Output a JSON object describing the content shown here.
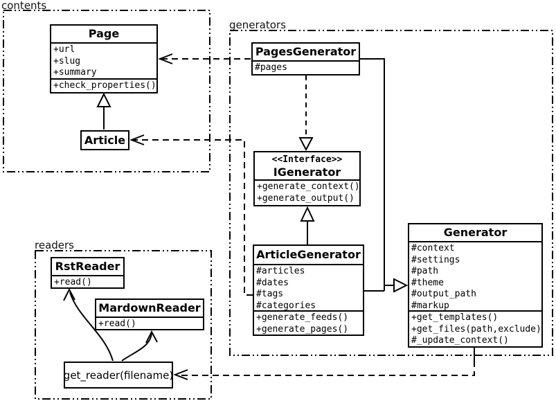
{
  "packages": {
    "contents": {
      "label": "contents"
    },
    "generators": {
      "label": "generators"
    },
    "readers": {
      "label": "readers"
    }
  },
  "classes": {
    "page": {
      "title": "Page",
      "attributes": [
        "+url",
        "+slug",
        "+summary"
      ],
      "methods": [
        "+check_properties()"
      ]
    },
    "article": {
      "title": "Article"
    },
    "pages_generator": {
      "title": "PagesGenerator",
      "attributes": [
        "#pages"
      ]
    },
    "igenerator": {
      "stereotype": "<<Interface>>",
      "title": "IGenerator",
      "methods": [
        "+generate_context()",
        "+generate_output()"
      ]
    },
    "article_generator": {
      "title": "ArticleGenerator",
      "attributes": [
        "#articles",
        "#dates",
        "#tags",
        "#categories"
      ],
      "methods": [
        "+generate_feeds()",
        "+generate_pages()"
      ]
    },
    "generator": {
      "title": "Generator",
      "attributes": [
        "#context",
        "#settings",
        "#path",
        "#theme",
        "#output_path",
        "#markup"
      ],
      "methods": [
        "+get_templates()",
        "+get_files(path,exclude)",
        "#_update_context()"
      ]
    },
    "rst_reader": {
      "title": "RstReader",
      "methods": [
        "+read()"
      ]
    },
    "mardown_reader": {
      "title": "MardownReader",
      "methods": [
        "+read()"
      ]
    }
  },
  "nodes": {
    "get_reader": {
      "label": "get_reader(filename)"
    }
  },
  "relationships": [
    {
      "from": "Article",
      "to": "Page",
      "type": "inheritance"
    },
    {
      "from": "PagesGenerator",
      "to": "Page",
      "type": "dependency"
    },
    {
      "from": "PagesGenerator",
      "to": "IGenerator",
      "type": "realization"
    },
    {
      "from": "PagesGenerator",
      "to": "Generator",
      "type": "inheritance"
    },
    {
      "from": "ArticleGenerator",
      "to": "IGenerator",
      "type": "inheritance"
    },
    {
      "from": "ArticleGenerator",
      "to": "Generator",
      "type": "inheritance"
    },
    {
      "from": "ArticleGenerator",
      "to": "Article",
      "type": "dependency"
    },
    {
      "from": "Generator",
      "to": "get_reader(filename)",
      "type": "dependency"
    },
    {
      "from": "get_reader(filename)",
      "to": "RstReader",
      "type": "call"
    },
    {
      "from": "get_reader(filename)",
      "to": "MardownReader",
      "type": "call"
    }
  ],
  "colors": {
    "line": "#000000",
    "background": "#ffffff",
    "text": "#000000"
  }
}
